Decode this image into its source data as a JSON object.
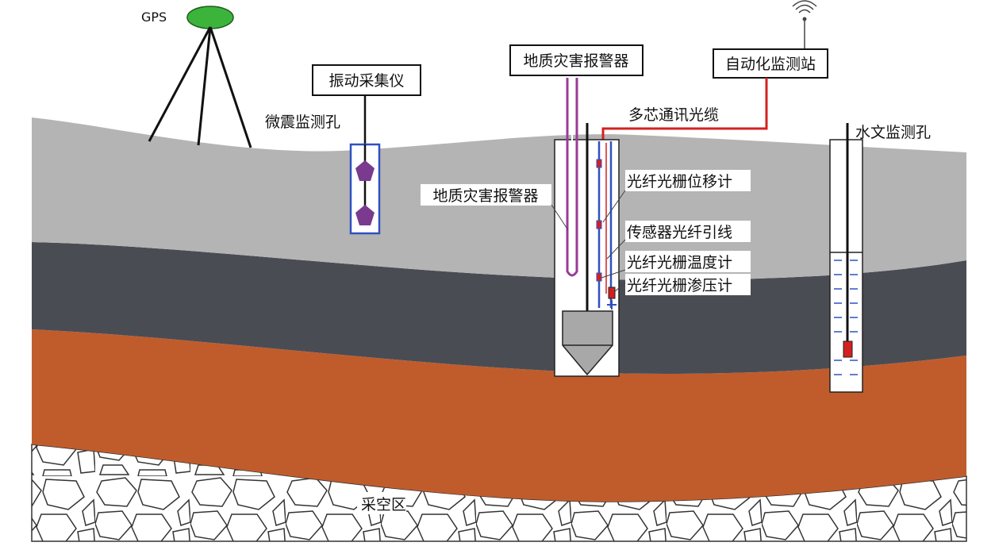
{
  "labels": {
    "gps": "GPS",
    "vibration_collector": "振动采集仪",
    "microseismic_hole": "微震监测孔",
    "alarm_top": "地质灾害报警器",
    "auto_station": "自动化监测站",
    "multicore_cable": "多芯通讯光缆",
    "alarm_left": "地质灾害报警器",
    "fbg_displacement": "光纤光栅位移计",
    "sensor_fiber_lead": "传感器光纤引线",
    "fbg_temperature": "光纤光栅温度计",
    "fbg_seepage": "光纤光栅渗压计",
    "hydro_hole": "水文监测孔",
    "goaf": "采空区"
  },
  "colors": {
    "layer_top": "#b4b4b4",
    "layer_dark": "#4a4c54",
    "layer_orange": "#c05c2c",
    "gps_antenna": "#3cb43c",
    "sensor_purple": "#7a3a8e",
    "borehole_blue": "#3050c0",
    "cable_red": "#d42020",
    "alarm_tube": "#9a3a9a"
  },
  "icons": [
    "gps-antenna-icon",
    "wifi-signal-icon",
    "geophone-icon",
    "fbg-sensor-icon",
    "piezometer-icon"
  ]
}
